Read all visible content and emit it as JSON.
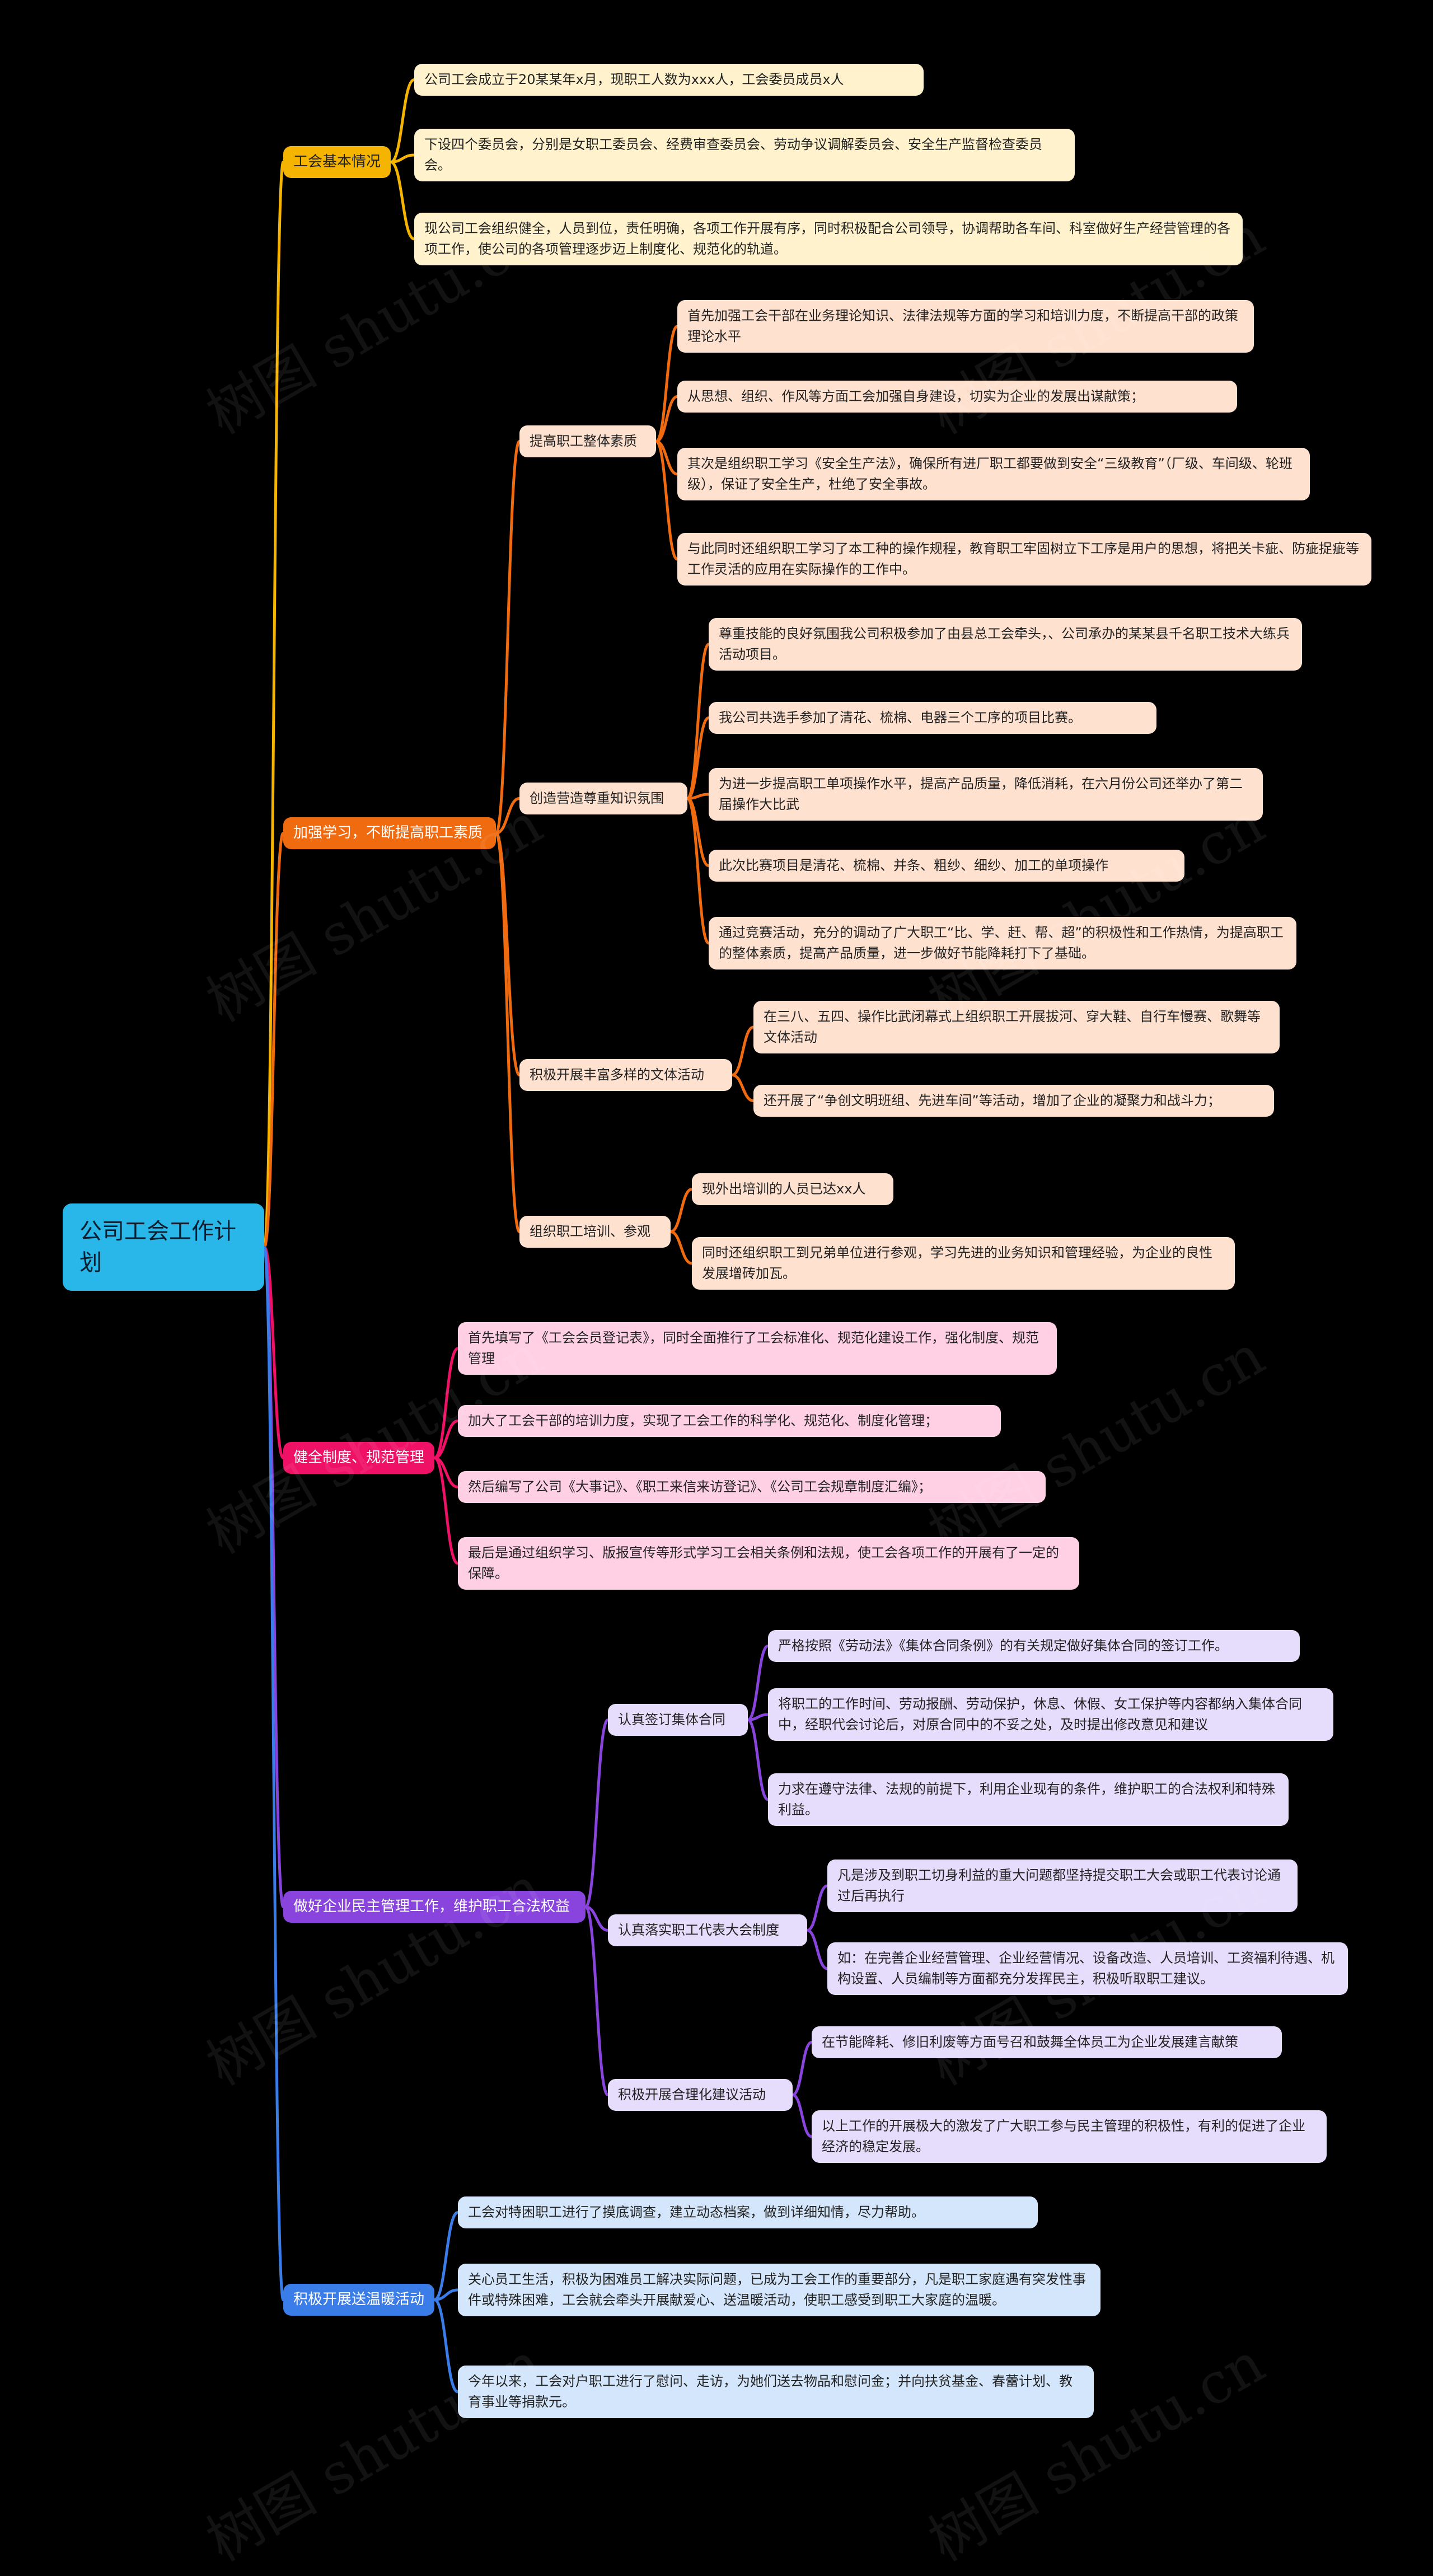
{
  "root": {
    "label": "公司工会工作计划"
  },
  "watermark": "树图 shutu.cn",
  "colors": {
    "yellow": "#f5b400",
    "yellow_light": "#fff2cc",
    "orange": "#f06a10",
    "orange_light": "#ffe1d0",
    "pink": "#ee1166",
    "pink_light": "#ffd0e4",
    "purple": "#8844dd",
    "purple_light": "#e6dcfb",
    "blue": "#3b7de8",
    "blue_light": "#d4e6fb"
  },
  "branches": [
    {
      "label": "工会基本情况",
      "children": [
        {
          "label": "公司工会成立于20某某年x月，现职工人数为xxx人，工会委员成员x人"
        },
        {
          "label": "下设四个委员会，分别是女职工委员会、经费审查委员会、劳动争议调解委员会、安全生产监督检查委员会。"
        },
        {
          "label": "现公司工会组织健全，人员到位，责任明确，各项工作开展有序，同时积极配合公司领导，协调帮助各车间、科室做好生产经营管理的各项工作，使公司的各项管理逐步迈上制度化、规范化的轨道。"
        }
      ]
    },
    {
      "label": "加强学习，不断提高职工素质",
      "children": [
        {
          "label": "提高职工整体素质",
          "children": [
            {
              "label": "首先加强工会干部在业务理论知识、法律法规等方面的学习和培训力度，不断提高干部的政策理论水平"
            },
            {
              "label": "从思想、组织、作风等方面工会加强自身建设，切实为企业的发展出谋献策；"
            },
            {
              "label": "其次是组织职工学习《安全生产法》，确保所有进厂职工都要做到安全“三级教育”（厂级、车间级、轮班级），保证了安全生产，杜绝了安全事故。"
            },
            {
              "label": "与此同时还组织职工学习了本工种的操作规程，教育职工牢固树立下工序是用户的思想，将把关卡疵、防疵捉疵等工作灵活的应用在实际操作的工作中。"
            }
          ]
        },
        {
          "label": "创造营造尊重知识氛围",
          "children": [
            {
              "label": "尊重技能的良好氛围我公司积极参加了由县总工会牵头，、公司承办的某某县千名职工技术大练兵活动项目。"
            },
            {
              "label": "我公司共选手参加了清花、梳棉、电器三个工序的项目比赛。"
            },
            {
              "label": "为进一步提高职工单项操作水平，提高产品质量，降低消耗，在六月份公司还举办了第二届操作大比武"
            },
            {
              "label": "此次比赛项目是清花、梳棉、并条、粗纱、细纱、加工的单项操作"
            },
            {
              "label": "通过竞赛活动，充分的调动了广大职工“比、学、赶、帮、超”的积极性和工作热情，为提高职工的整体素质，提高产品质量，进一步做好节能降耗打下了基础。"
            }
          ]
        },
        {
          "label": "积极开展丰富多样的文体活动",
          "children": [
            {
              "label": "在三八、五四、操作比武闭幕式上组织职工开展拔河、穿大鞋、自行车慢赛、歌舞等文体活动"
            },
            {
              "label": "还开展了“争创文明班组、先进车间”等活动，增加了企业的凝聚力和战斗力；"
            }
          ]
        },
        {
          "label": "组织职工培训、参观",
          "children": [
            {
              "label": "现外出培训的人员已达xx人"
            },
            {
              "label": "同时还组织职工到兄弟单位进行参观，学习先进的业务知识和管理经验，为企业的良性发展增砖加瓦。"
            }
          ]
        }
      ]
    },
    {
      "label": "健全制度、规范管理",
      "children": [
        {
          "label": "首先填写了《工会会员登记表》，同时全面推行了工会标准化、规范化建设工作，强化制度、规范管理"
        },
        {
          "label": "加大了工会干部的培训力度，实现了工会工作的科学化、规范化、制度化管理；"
        },
        {
          "label": "然后编写了公司《大事记》、《职工来信来访登记》、《公司工会规章制度汇编》；"
        },
        {
          "label": "最后是通过组织学习、版报宣传等形式学习工会相关条例和法规，使工会各项工作的开展有了一定的保障。"
        }
      ]
    },
    {
      "label": "做好企业民主管理工作，维护职工合法权益",
      "children": [
        {
          "label": "认真签订集体合同",
          "children": [
            {
              "label": "严格按照《劳动法》《集体合同条例》的有关规定做好集体合同的签订工作。"
            },
            {
              "label": "将职工的工作时间、劳动报酬、劳动保护，休息、休假、女工保护等内容都纳入集体合同中，经职代会讨论后，对原合同中的不妥之处，及时提出修改意见和建议"
            },
            {
              "label": "力求在遵守法律、法规的前提下，利用企业现有的条件，维护职工的合法权利和特殊利益。"
            }
          ]
        },
        {
          "label": "认真落实职工代表大会制度",
          "children": [
            {
              "label": "凡是涉及到职工切身利益的重大问题都坚持提交职工大会或职工代表讨论通过后再执行"
            },
            {
              "label": "如：在完善企业经营管理、企业经营情况、设备改造、人员培训、工资福利待遇、机构设置、人员编制等方面都充分发挥民主，积极听取职工建议。"
            }
          ]
        },
        {
          "label": "积极开展合理化建议活动",
          "children": [
            {
              "label": "在节能降耗、修旧利废等方面号召和鼓舞全体员工为企业发展建言献策"
            },
            {
              "label": "以上工作的开展极大的激发了广大职工参与民主管理的积极性，有利的促进了企业经济的稳定发展。"
            }
          ]
        }
      ]
    },
    {
      "label": "积极开展送温暖活动",
      "children": [
        {
          "label": "工会对特困职工进行了摸底调查，建立动态档案，做到详细知情，尽力帮助。"
        },
        {
          "label": "关心员工生活，积极为困难员工解决实际问题，已成为工会工作的重要部分，凡是职工家庭遇有突发性事件或特殊困难，工会就会牵头开展献爱心、送温暖活动，使职工感受到职工大家庭的温暖。"
        },
        {
          "label": "今年以来，工会对户职工进行了慰问、走访，为她们送去物品和慰问金；并向扶贫基金、春蕾计划、教育事业等捐款元。"
        }
      ]
    }
  ]
}
